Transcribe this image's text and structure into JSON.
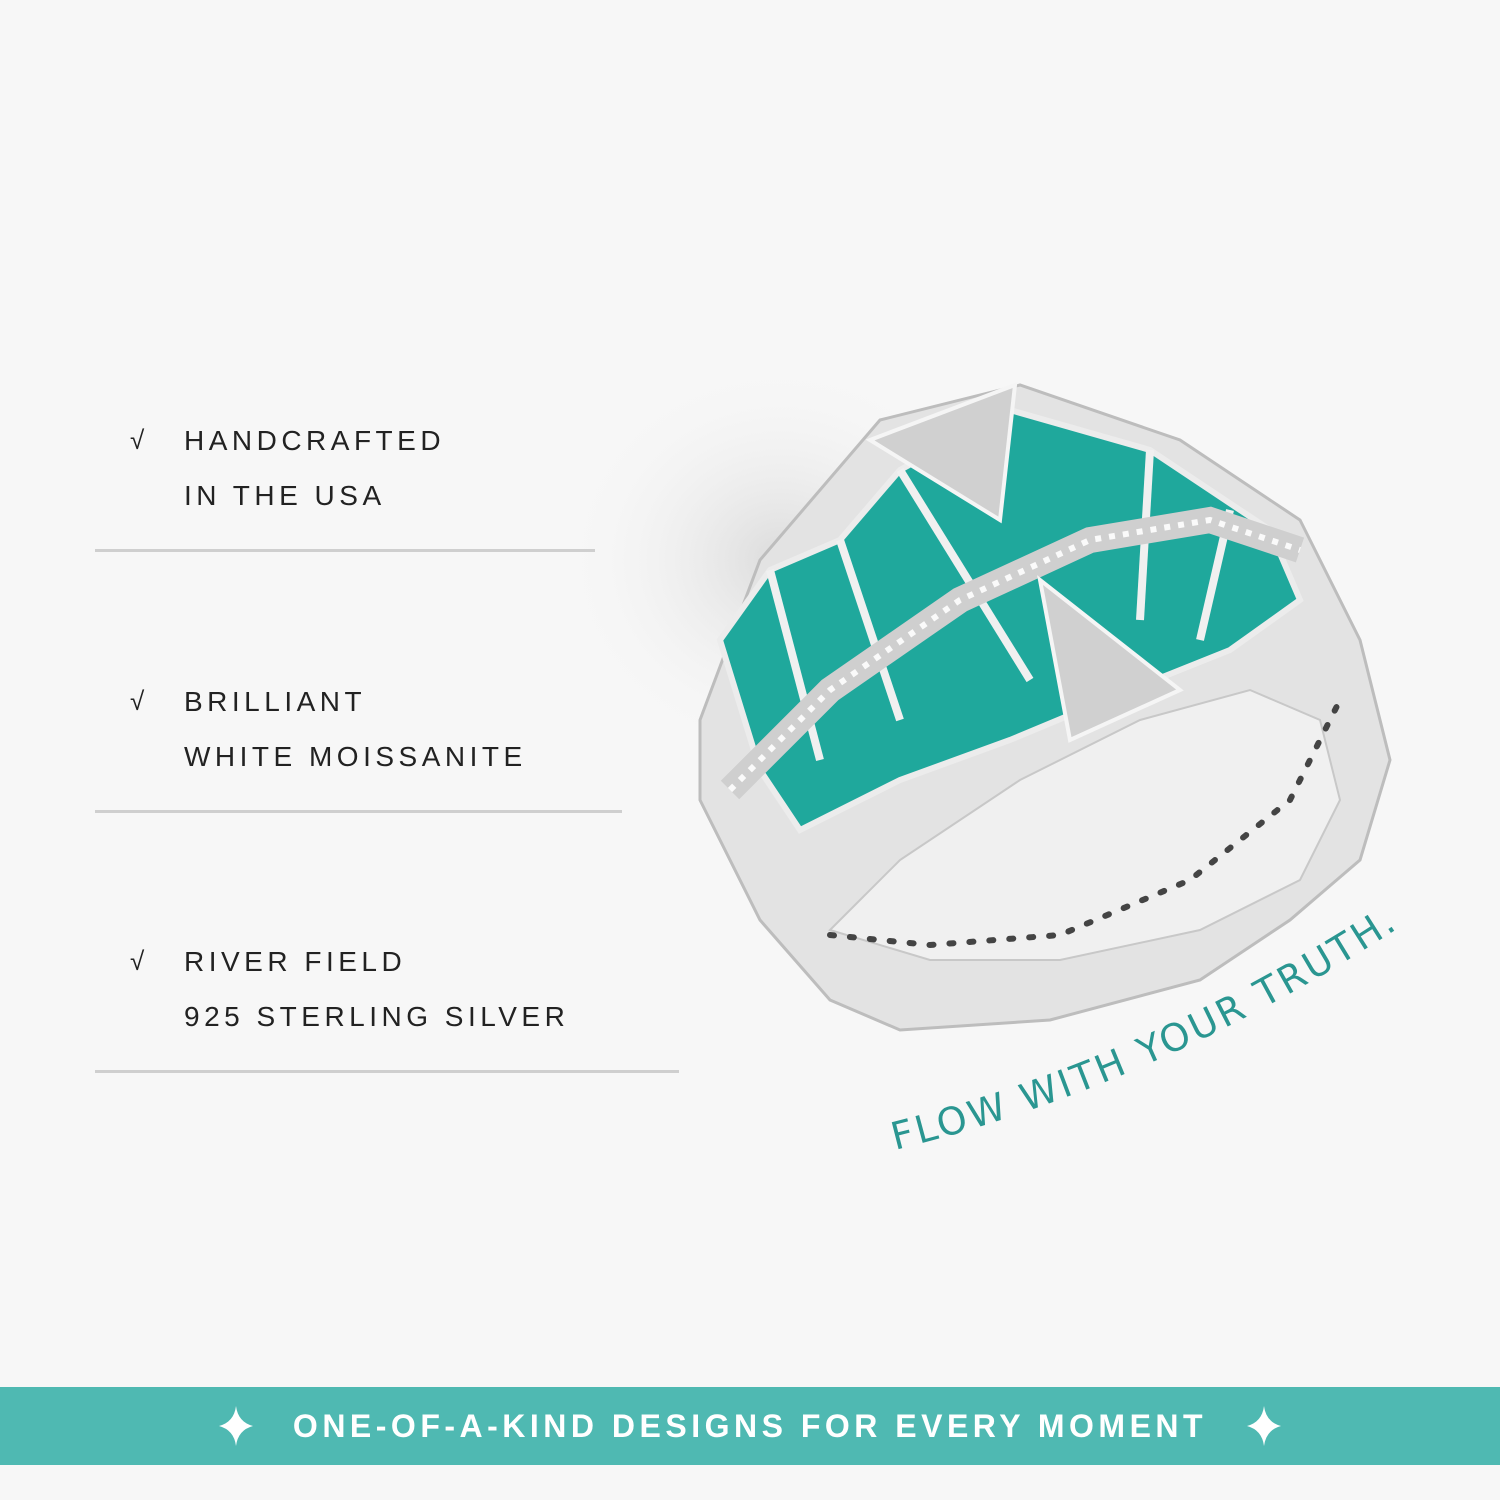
{
  "features": [
    {
      "icon": "check-icon",
      "check": "√",
      "line1": "HANDCRAFTED",
      "line2": "IN THE USA"
    },
    {
      "icon": "check-icon",
      "check": "√",
      "line1": "BRILLIANT",
      "line2": "WHITE MOISSANITE"
    },
    {
      "icon": "check-icon",
      "check": "√",
      "line1": "RIVER FIELD",
      "line2": "925 STERLING SILVER"
    }
  ],
  "tagline": "FLOW WITH YOUR TRUTH.",
  "banner": {
    "text": "ONE-OF-A-KIND DESIGNS FOR EVERY MOMENT",
    "icon": "sparkle-icon"
  },
  "colors": {
    "teal": "#4fb9b2",
    "enamel": "#1fa89c",
    "tagline": "#2a9691",
    "silver": "#d9d9d9"
  }
}
